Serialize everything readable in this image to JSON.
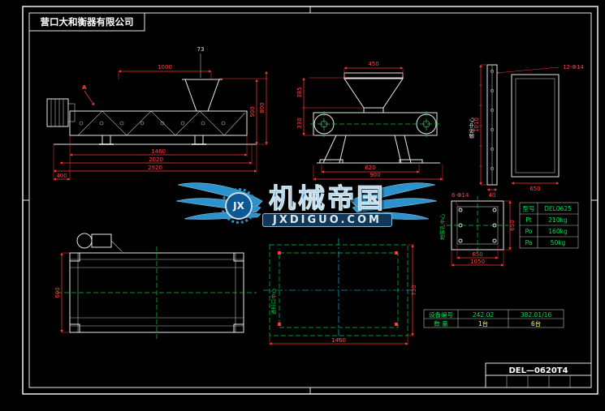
{
  "colors": {
    "background": "#000000",
    "drawing_line": "#e8e8e8",
    "dimension_red": "#ff3838",
    "annotation_green": "#00cc44",
    "table_yellow": "#ffff66",
    "watermark_blue": "#3fa9e0"
  },
  "title_bar": {
    "company": "营口大和衡器有限公司"
  },
  "watermark": {
    "gear_text": "JX",
    "title": "机械帝国",
    "domain": "JXDIGUO.COM"
  },
  "title_block": {
    "drawing_no": "DEL—0620T4"
  },
  "spec_table": {
    "rows": [
      {
        "label": "型号",
        "value": "DEL0625"
      },
      {
        "label": "Pt",
        "value": "210kg"
      },
      {
        "label": "Po",
        "value": "160kg"
      },
      {
        "label": "Pa",
        "value": "50kg"
      }
    ]
  },
  "equipment_table": {
    "rows": [
      {
        "label": "设备编号",
        "col1": "242.02",
        "col2": "382.01/16"
      },
      {
        "label": "数 量",
        "col1": "1台",
        "col2": "6台"
      }
    ]
  },
  "annotations": {
    "side_view": {
      "section_label": "A",
      "dim_top_height": "73",
      "dim_top": "1000",
      "dim_b1": "1460",
      "dim_b2": "2020",
      "dim_b3": "2920",
      "dim_left": "400",
      "dim_right_inner": "500",
      "dim_right_outer": "800"
    },
    "end_view": {
      "dim_top": "450",
      "dim_left_upper": "385",
      "dim_left_lower": "330",
      "dim_b1": "620",
      "dim_b2": "900"
    },
    "panel_view": {
      "hole_label": "12-Φ14",
      "dim_height": "1010",
      "dim_bottom": "40",
      "dim_panel": "650",
      "center_note": "螺栓中心"
    },
    "square_view": {
      "hole_label": "6-Φ14",
      "dim_b1": "650",
      "dim_b2": "1050",
      "dim_right": "650",
      "center_note": "地脚孔中心"
    },
    "plan_view": {
      "dim_left": "600"
    },
    "foundation_view": {
      "dim_bottom": "1460",
      "dim_right": "730",
      "center_note": "进料口中心"
    }
  }
}
